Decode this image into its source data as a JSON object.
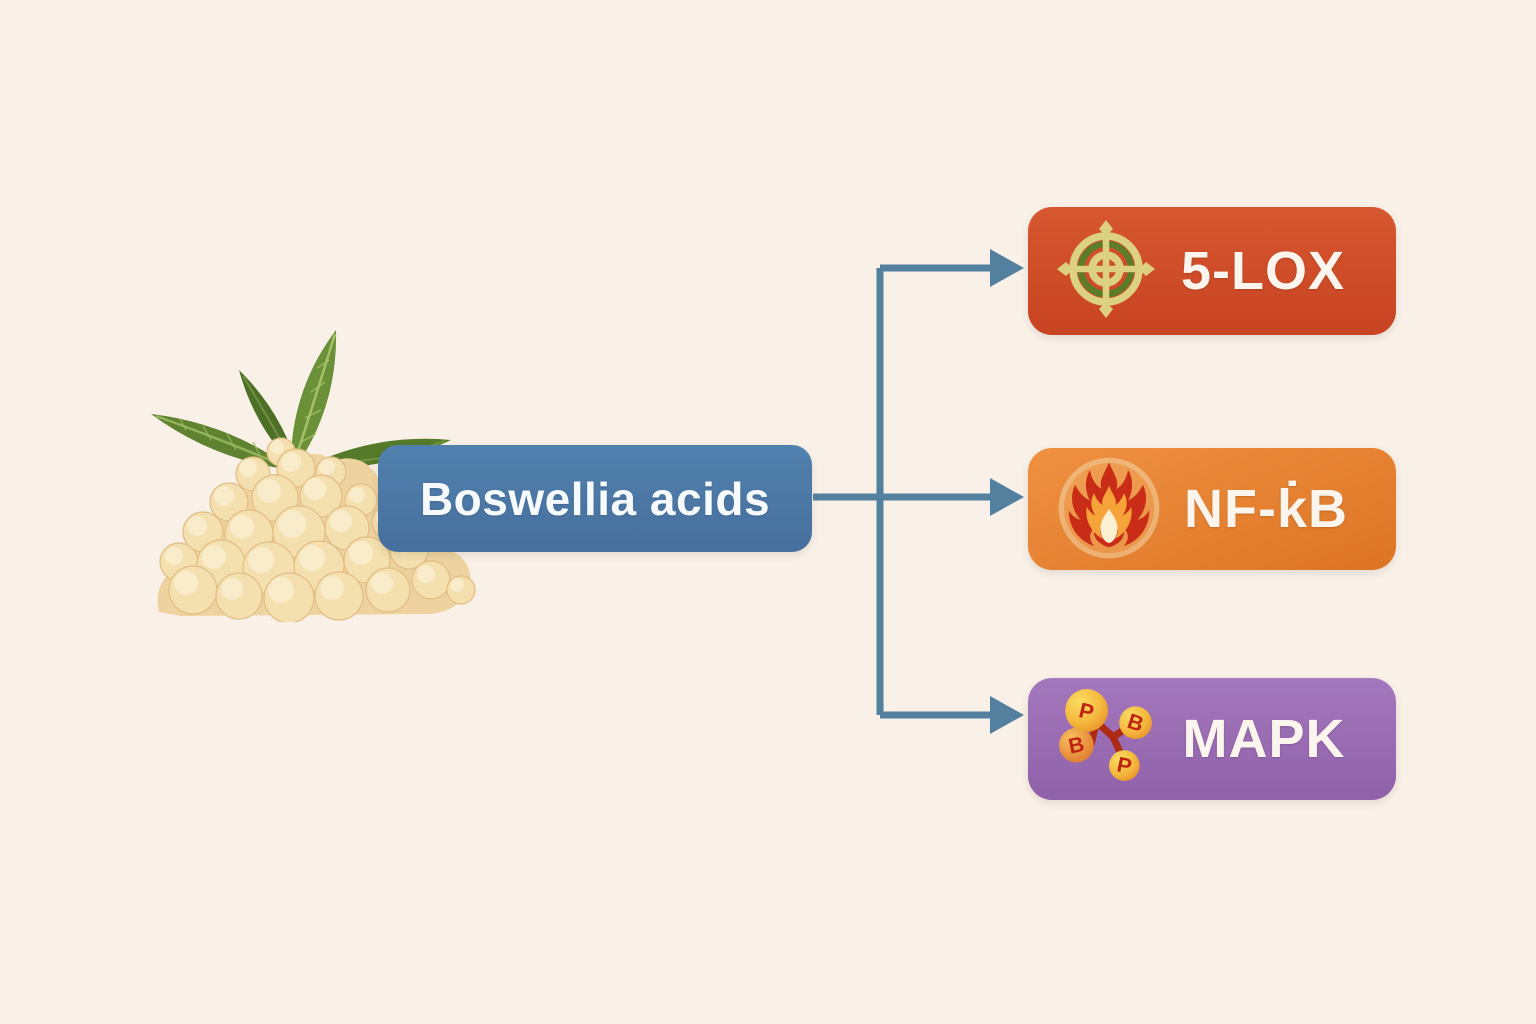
{
  "diagram": {
    "background_color": "#f9f1e7",
    "connector_color": "#54809f",
    "source": {
      "label": "Boswellia acids",
      "box_color": "#4a79a8",
      "text_color": "#f7fafc"
    },
    "targets": [
      {
        "label": "5-LOX",
        "box_color": "#d04c26",
        "icon": "target-icon",
        "icon_colors": {
          "ring_gold": "#dbd180",
          "ring_green": "#5c7c2a"
        }
      },
      {
        "label": "NF-k̇B",
        "box_color": "#e8862f",
        "icon": "flame-icon",
        "icon_colors": {
          "ring_cream": "#f7e9c2",
          "flame_red": "#c92d17",
          "flame_orange": "#f6a33a",
          "flame_cream": "#fbf0d2"
        }
      },
      {
        "label": "MAPK",
        "box_color": "#9c6eb6",
        "icon": "phospho-molecule-icon",
        "icon_letters": [
          "P",
          "B",
          "B",
          "P"
        ],
        "icon_colors": {
          "sphere_gold": "#f6c244",
          "bond_red": "#ad2a14",
          "letter_red": "#bf2413"
        }
      }
    ],
    "illustration": {
      "name": "boswellia-resin-and-leaves",
      "resin_color": "#f2dca8",
      "leaf_color": "#6a9038"
    }
  }
}
